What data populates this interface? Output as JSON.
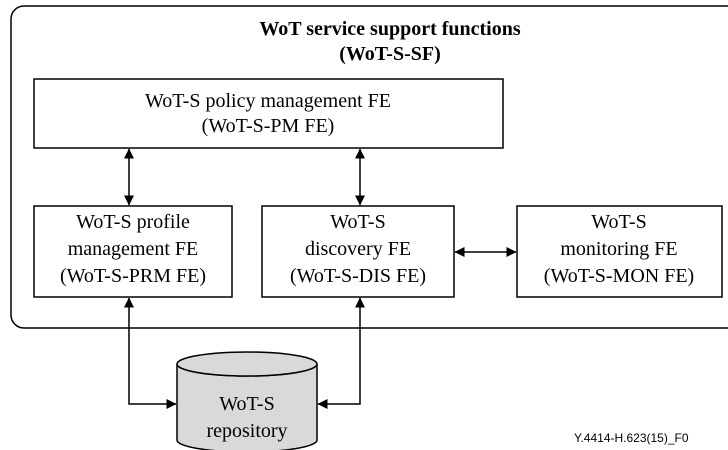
{
  "container": {
    "title_line1": "WoT service support functions",
    "title_line2": "(WoT-S-SF)"
  },
  "boxes": {
    "policy": {
      "line1": "WoT-S policy management FE",
      "line2": "(WoT-S-PM FE)"
    },
    "profile": {
      "line1": "WoT-S profile",
      "line2": "management FE",
      "line3": "(WoT-S-PRM FE)"
    },
    "discovery": {
      "line1": "WoT-S",
      "line2": "discovery FE",
      "line3": "(WoT-S-DIS FE)"
    },
    "monitoring": {
      "line1": "WoT-S",
      "line2": "monitoring FE",
      "line3": "(WoT-S-MON FE)"
    }
  },
  "repository": {
    "line1": "WoT-S",
    "line2": "repository",
    "fill": "#d9d9d9"
  },
  "figure_code": "Y.4414-H.623(15)_F0"
}
